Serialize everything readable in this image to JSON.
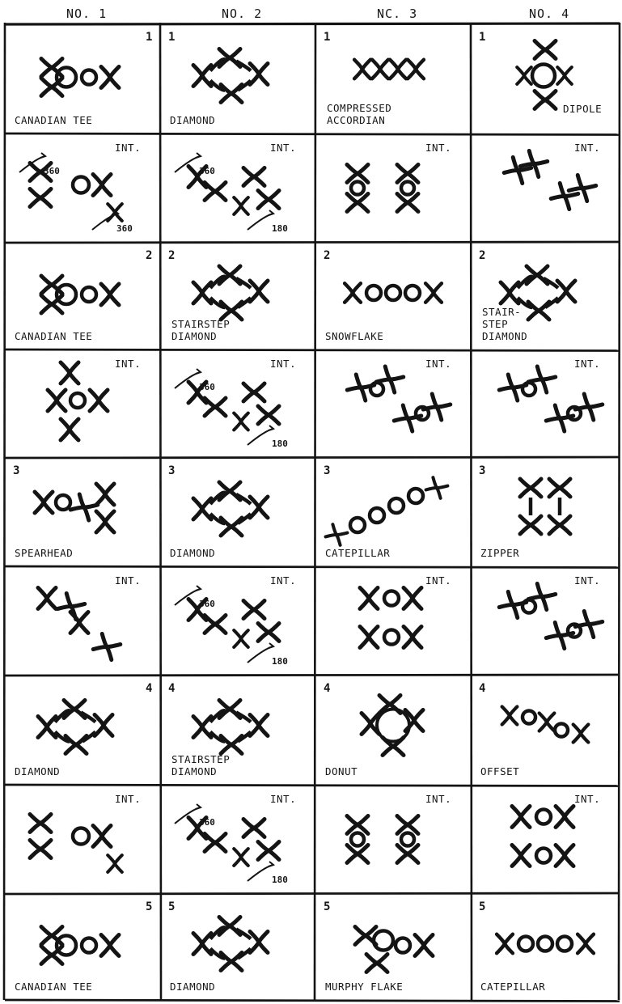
{
  "columns": [
    "NO. 1",
    "NO. 2",
    "NC. 3",
    "NO. 4"
  ],
  "rows": [
    [
      {
        "number": "1",
        "labels": [
          "CANADIAN TEE"
        ],
        "shape": "tee"
      },
      {
        "number": "1",
        "labels": [
          "DIAMOND"
        ],
        "shape": "diamond"
      },
      {
        "number": "1",
        "labels": [
          "COMPRESSED",
          "ACCORDIAN"
        ],
        "shape": "accordian"
      },
      {
        "number": "1",
        "labels": [
          "DIPOLE"
        ],
        "shape": "dipole"
      }
    ],
    [
      {
        "labels": [
          "INT."
        ],
        "annotations": [
          "360",
          "360"
        ],
        "shape": "int-tee"
      },
      {
        "labels": [
          "INT."
        ],
        "annotations": [
          "360",
          "180"
        ],
        "shape": "int-diamond"
      },
      {
        "labels": [
          "INT."
        ],
        "shape": "int-accordian"
      },
      {
        "labels": [
          "INT."
        ],
        "shape": "int-dipole"
      }
    ],
    [
      {
        "number": "2",
        "labels": [
          "CANADIAN TEE"
        ],
        "shape": "tee"
      },
      {
        "number": "2",
        "labels": [
          "STAIRSTEP",
          "DIAMOND"
        ],
        "shape": "diamond"
      },
      {
        "number": "2",
        "labels": [
          "SNOWFLAKE"
        ],
        "shape": "chain3"
      },
      {
        "number": "2",
        "labels": [
          "STAIR-",
          "STEP",
          "DIAMOND"
        ],
        "shape": "diamond"
      }
    ],
    [
      {
        "labels": [
          "INT."
        ],
        "shape": "int-stack"
      },
      {
        "labels": [
          "INT."
        ],
        "annotations": [
          "360",
          "180"
        ],
        "shape": "int-diamond"
      },
      {
        "labels": [
          "INT."
        ],
        "shape": "int-diag"
      },
      {
        "labels": [
          "INT."
        ],
        "shape": "int-diag"
      }
    ],
    [
      {
        "number": "3",
        "labels": [
          "SPEARHEAD"
        ],
        "shape": "spear"
      },
      {
        "number": "3",
        "labels": [
          "DIAMOND"
        ],
        "shape": "diamond"
      },
      {
        "number": "3",
        "labels": [
          "CATEPILLAR"
        ],
        "shape": "caterpillar"
      },
      {
        "number": "3",
        "labels": [
          "ZIPPER"
        ],
        "shape": "zipper"
      }
    ],
    [
      {
        "labels": [
          "INT."
        ],
        "shape": "int-spear"
      },
      {
        "labels": [
          "INT."
        ],
        "annotations": [
          "360",
          "180"
        ],
        "shape": "int-diamond"
      },
      {
        "labels": [
          "INT."
        ],
        "shape": "int-stack2"
      },
      {
        "labels": [
          "INT."
        ],
        "shape": "int-diag"
      }
    ],
    [
      {
        "number": "4",
        "labels": [
          "DIAMOND"
        ],
        "shape": "diamond"
      },
      {
        "number": "4",
        "labels": [
          "STAIRSTEP",
          "DIAMOND"
        ],
        "shape": "diamond"
      },
      {
        "number": "4",
        "labels": [
          "DONUT"
        ],
        "shape": "donut"
      },
      {
        "number": "4",
        "labels": [
          "OFFSET"
        ],
        "shape": "offset"
      }
    ],
    [
      {
        "labels": [
          "INT."
        ],
        "shape": "int-tee"
      },
      {
        "labels": [
          "INT."
        ],
        "annotations": [
          "360",
          "180"
        ],
        "shape": "int-diamond"
      },
      {
        "labels": [
          "INT."
        ],
        "shape": "int-accordian"
      },
      {
        "labels": [
          "INT."
        ],
        "shape": "int-stack2"
      }
    ],
    [
      {
        "number": "5",
        "labels": [
          "CANADIAN TEE"
        ],
        "shape": "tee"
      },
      {
        "number": "5",
        "labels": [
          "DIAMOND"
        ],
        "shape": "diamond"
      },
      {
        "number": "5",
        "labels": [
          "MURPHY FLAKE"
        ],
        "shape": "murphy"
      },
      {
        "number": "5",
        "labels": [
          "CATEPILLAR"
        ],
        "shape": "chain3"
      }
    ]
  ]
}
